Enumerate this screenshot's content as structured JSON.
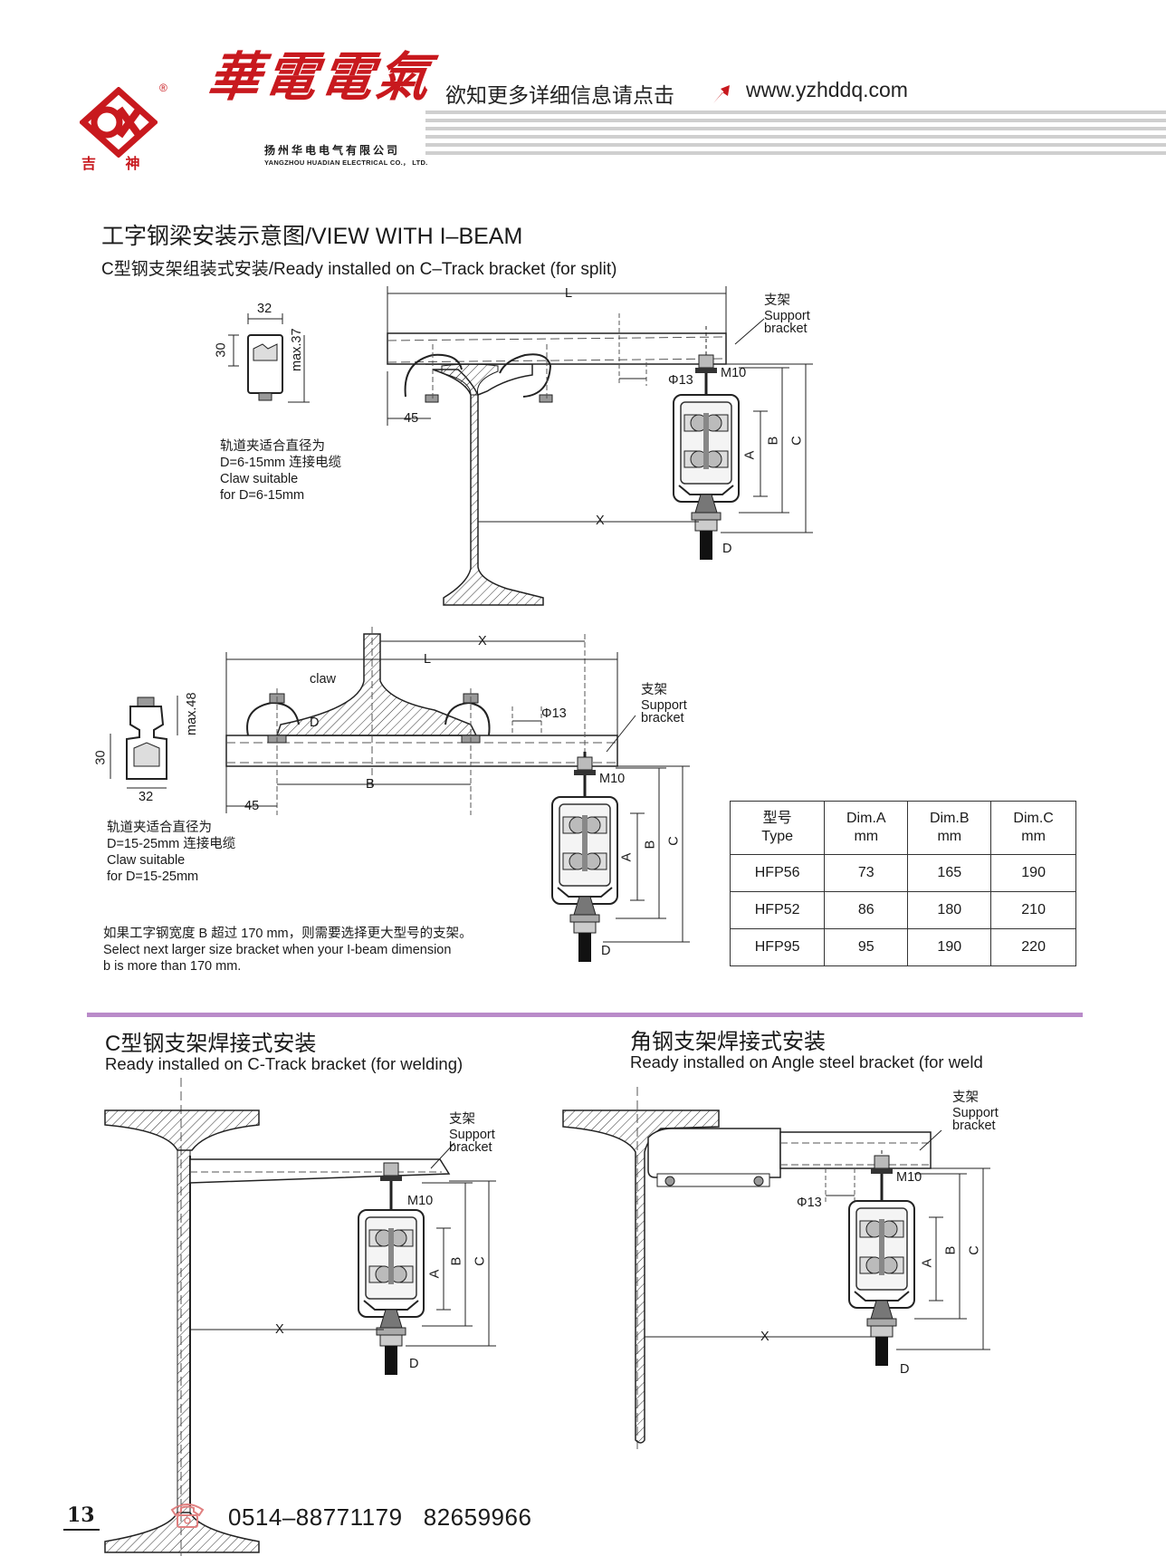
{
  "header": {
    "brand_cn": "華電電氣",
    "company_cn": "扬州华电电气有限公司",
    "company_en": "YANGZHOU HUADIAN ELECTRICAL CO.， LTD.",
    "logo_text": "吉 神",
    "promo": "欲知更多详细信息请点击",
    "url": "www.yzhddq.com"
  },
  "section1": {
    "title": "工字钢梁安装示意图/VIEW WITH I–BEAM",
    "subtitle": "C型钢支架组装式安装/Ready installed on C–Track bracket (for split)",
    "detail1": {
      "dim_w": "32",
      "dim_h": "30",
      "dim_max": "max.37",
      "note": [
        "轨道夹适合直径为",
        "D=6-15mm 连接电缆",
        "Claw suitable",
        "for D=6-15mm"
      ]
    },
    "diagram1": {
      "L": "L",
      "A": "A",
      "B": "B",
      "C": "C",
      "X": "X",
      "D": "D",
      "phi": "Φ13",
      "m10": "M10",
      "d45": "45",
      "support_cn": "支架",
      "support_en1": "Support",
      "support_en2": "bracket"
    },
    "detail2": {
      "dim_w": "32",
      "dim_h": "30",
      "dim_max": "max.48",
      "note": [
        "轨道夹适合直径为",
        "D=15-25mm 连接电缆",
        "Claw suitable",
        "for D=15-25mm"
      ]
    },
    "diagram2": {
      "L": "L",
      "A": "A",
      "B": "B",
      "C": "C",
      "X": "X",
      "D": "D",
      "phi": "Φ13",
      "m10": "M10",
      "d45": "45",
      "claw": "claw",
      "support_cn": "支架",
      "support_en1": "Support",
      "support_en2": "bracket"
    },
    "warning": [
      "如果工字钢宽度 B 超过 170 mm，则需要选择更大型号的支架。",
      "Select next larger size bracket when your I-beam dimension",
      "b is more than 170 mm."
    ],
    "table": {
      "headers": [
        [
          "型号",
          "Type"
        ],
        [
          "Dim.A",
          "mm"
        ],
        [
          "Dim.B",
          "mm"
        ],
        [
          "Dim.C",
          "mm"
        ]
      ],
      "rows": [
        [
          "HFP56",
          "73",
          "165",
          "190"
        ],
        [
          "HFP52",
          "86",
          "180",
          "210"
        ],
        [
          "HFP95",
          "95",
          "190",
          "220"
        ]
      ]
    }
  },
  "section2": {
    "title": "C型钢支架焊接式安装",
    "subtitle": "Ready installed on C-Track bracket (for welding)",
    "diagram": {
      "A": "A",
      "B": "B",
      "C": "C",
      "X": "X",
      "D": "D",
      "m10": "M10",
      "support_cn": "支架",
      "support_en1": "Support",
      "support_en2": "bracket"
    }
  },
  "section3": {
    "title": "角钢支架焊接式安装",
    "subtitle": "Ready installed on Angle steel bracket (for weld",
    "diagram": {
      "A": "A",
      "B": "B",
      "C": "C",
      "X": "X",
      "D": "D",
      "phi": "Φ13",
      "m10": "M10",
      "support_cn": "支架",
      "support_en1": "Support",
      "support_en2": "bracket"
    }
  },
  "footer": {
    "page": "13",
    "phone1": "0514–88771179",
    "phone2": "82659966"
  },
  "colors": {
    "brand_red": "#c8191e",
    "divider": "#b98bc9",
    "stripe": "#c9c9c9"
  }
}
